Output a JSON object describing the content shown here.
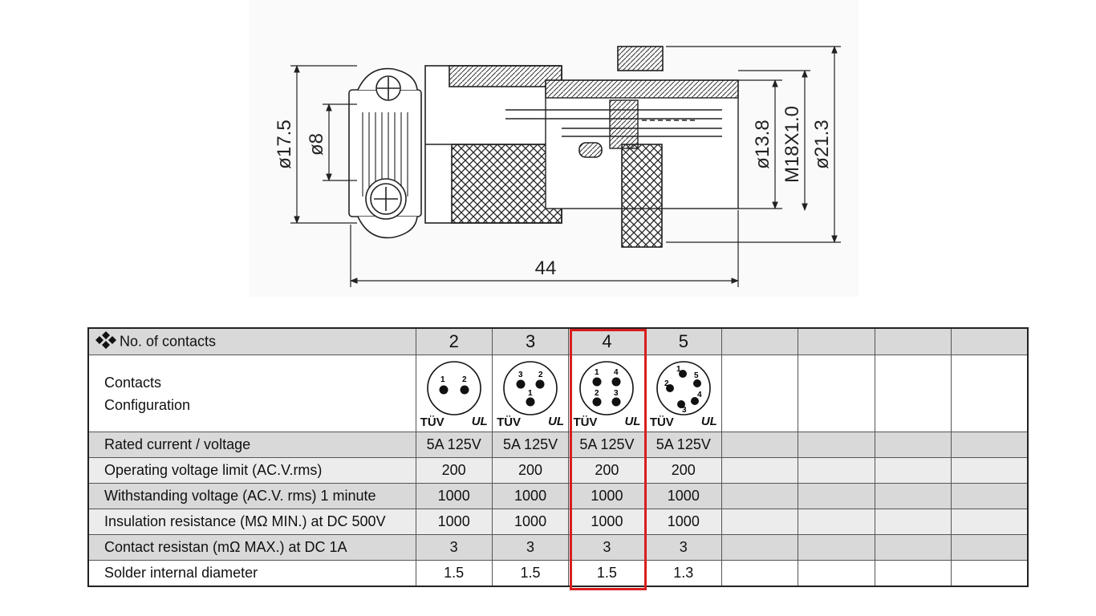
{
  "drawing": {
    "dims": {
      "d_outer": "ø17.5",
      "d_inner": "ø8",
      "d_shell": "ø13.8",
      "thread": "M18X1.0",
      "d_nut": "ø21.3",
      "length": "44"
    }
  },
  "table": {
    "header_label": "No. of contacts",
    "header_icon": "diamond-cluster-icon",
    "columns": [
      "2",
      "3",
      "4",
      "5",
      "",
      "",
      "",
      ""
    ],
    "highlighted_column": "4",
    "highlight_color": "#d81e1e",
    "config_label_lines": [
      "Contacts",
      "Configuration"
    ],
    "configs": [
      {
        "pins": [
          "1",
          "2"
        ],
        "cert_left": "TÜV",
        "cert_right": "UL"
      },
      {
        "pins": [
          "3",
          "2",
          "1"
        ],
        "cert_left": "TÜV",
        "cert_right": "UL"
      },
      {
        "pins": [
          "1",
          "4",
          "2",
          "3"
        ],
        "cert_left": "TÜV",
        "cert_right": "UL"
      },
      {
        "pins": [
          "1",
          "5",
          "2",
          "4",
          "3"
        ],
        "cert_left": "TÜV",
        "cert_right": "UL"
      }
    ],
    "rows": [
      {
        "label": "Rated current / voltage",
        "values": [
          "5A 125V",
          "5A 125V",
          "5A 125V",
          "5A 125V",
          "",
          "",
          "",
          ""
        ]
      },
      {
        "label": "Operating voltage limit (AC.V.rms)",
        "values": [
          "200",
          "200",
          "200",
          "200",
          "",
          "",
          "",
          ""
        ]
      },
      {
        "label": "Withstanding voltage (AC.V. rms) 1 minute",
        "values": [
          "1000",
          "1000",
          "1000",
          "1000",
          "",
          "",
          "",
          ""
        ]
      },
      {
        "label": "Insulation resistance (MΩ MIN.) at DC 500V",
        "values": [
          "1000",
          "1000",
          "1000",
          "1000",
          "",
          "",
          "",
          ""
        ]
      },
      {
        "label": "Contact resistan (mΩ MAX.) at DC 1A",
        "values": [
          "3",
          "3",
          "3",
          "3",
          "",
          "",
          "",
          ""
        ]
      },
      {
        "label": "Solder internal diameter",
        "values": [
          "1.5",
          "1.5",
          "1.5",
          "1.3",
          "",
          "",
          "",
          ""
        ]
      }
    ]
  }
}
